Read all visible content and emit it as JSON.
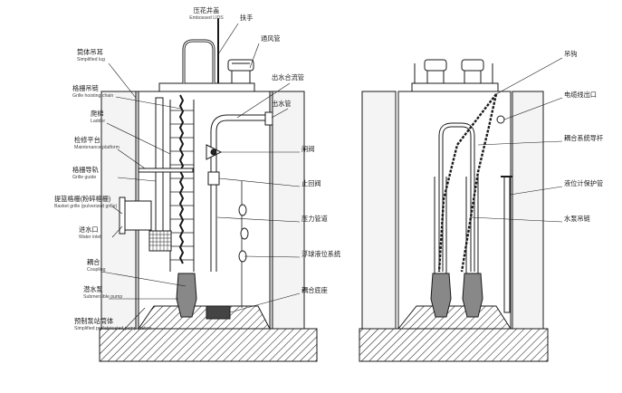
{
  "labels": {
    "embossed_lid": {
      "zh": "压花井盖",
      "en": "Embossed LIDS"
    },
    "handle": {
      "zh": "扶手",
      "en": ""
    },
    "vent_pipe": {
      "zh": "通风管",
      "en": ""
    },
    "lug": {
      "zh": "筒体吊耳",
      "en": "Simplified lug"
    },
    "grille_chain": {
      "zh": "格栅吊链",
      "en": "Grille hoisting chain"
    },
    "ladder": {
      "zh": "爬梯",
      "en": "Ladder"
    },
    "platform": {
      "zh": "检修平台",
      "en": "Maintenance platform"
    },
    "grille_guide": {
      "zh": "格栅导轨",
      "en": "Grille guide"
    },
    "basket_grille": {
      "zh": "提篮格栅(粉碎格栅)",
      "en": "Basket grille (pulverized grille)"
    },
    "water_inlet": {
      "zh": "进水口",
      "en": "Water inlet"
    },
    "coupling": {
      "zh": "耦合",
      "en": "Coupling"
    },
    "submersible_pump": {
      "zh": "潜水泵",
      "en": "Submersible pump"
    },
    "pump_station": {
      "zh": "预制泵站筒体",
      "en": "Simplified prefabricated pump station"
    },
    "outlet_manifold": {
      "zh": "出水合流管",
      "en": ""
    },
    "outlet_pipe": {
      "zh": "出水管",
      "en": ""
    },
    "gate_valve": {
      "zh": "闸阀",
      "en": ""
    },
    "check_valve": {
      "zh": "止回阀",
      "en": ""
    },
    "pressure_pipe": {
      "zh": "压力管道",
      "en": ""
    },
    "float_level": {
      "zh": "浮球液位系统",
      "en": ""
    },
    "coupling_base": {
      "zh": "耦合底座",
      "en": ""
    },
    "hook": {
      "zh": "吊钩",
      "en": ""
    },
    "cable_outlet": {
      "zh": "电缆线出口",
      "en": ""
    },
    "guide_rod": {
      "zh": "耦合系统导杆",
      "en": ""
    },
    "level_pipe": {
      "zh": "液位计保护管",
      "en": ""
    },
    "pump_chain": {
      "zh": "水泵吊链",
      "en": ""
    }
  },
  "colors": {
    "line": "#1a1a1a",
    "concrete": "#f4f4f4",
    "fill": "#ffffff"
  }
}
